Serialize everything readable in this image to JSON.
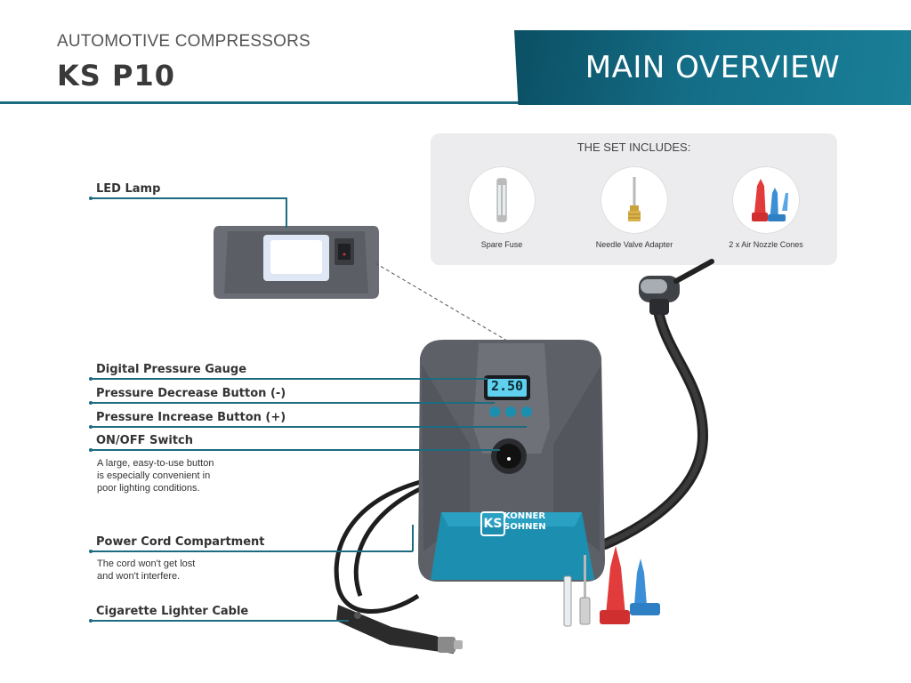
{
  "header": {
    "category": "AUTOMOTIVE COMPRESSORS",
    "model": "KS P10",
    "banner": "MAIN OVERVIEW"
  },
  "set_includes": {
    "title": "THE SET INCLUDES:",
    "items": [
      {
        "label": "Spare Fuse",
        "icon": "fuse-icon"
      },
      {
        "label": "Needle Valve Adapter",
        "icon": "needle-valve-icon"
      },
      {
        "label": "2 x Air Nozzle Cones",
        "icon": "nozzle-cones-icon"
      }
    ]
  },
  "callouts": {
    "led": {
      "label": "LED Lamp"
    },
    "gauge": {
      "label": "Digital Pressure Gauge"
    },
    "decrease": {
      "label": "Pressure Decrease Button (-)"
    },
    "increase": {
      "label": "Pressure Increase Button (+)"
    },
    "onoff": {
      "label": "ON/OFF Switch",
      "desc": [
        "A large, easy-to-use button",
        "is especially convenient in",
        "poor lighting conditions."
      ]
    },
    "cord": {
      "label": "Power Cord Compartment",
      "desc": [
        "The cord won't get lost",
        "and won't interfere."
      ]
    },
    "lighter": {
      "label": "Cigarette Lighter Cable"
    }
  },
  "device": {
    "display_value": "2.50",
    "brand_line1": "KONNER",
    "brand_line2": "SOHNEN"
  },
  "colors": {
    "accent": "#1d6b80",
    "banner": "#146d86",
    "device_body": "#5d6167",
    "device_blue": "#1c8fb0",
    "nozzle_red": "#e23b3b",
    "nozzle_blue": "#3a8fd6"
  }
}
